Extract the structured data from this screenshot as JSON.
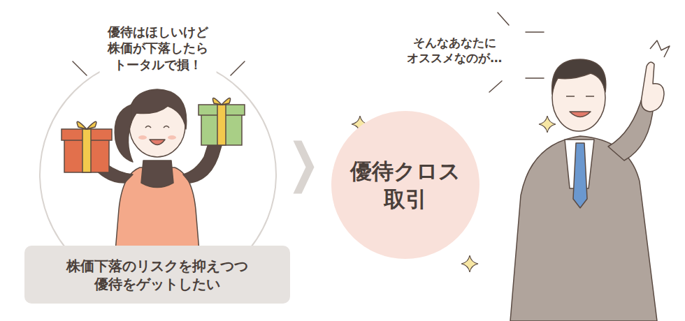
{
  "diagram": {
    "nodes": [
      {
        "text": [
          "優待はほしいけど 株価が下落したら トータルで損！"
        ]
      },
      {
        "text": [
          "株価下落のリスクを抑えつつ 優待をゲットしたい"
        ]
      },
      {
        "text": [
          "優待クロス 取引"
        ]
      }
    ],
    "edges": [
      {
        "from": 0,
        "to": 2,
        "arrow": "to"
      }
    ],
    "labels": [
      "そんなあなたに オススメなのが…"
    ]
  }
}
